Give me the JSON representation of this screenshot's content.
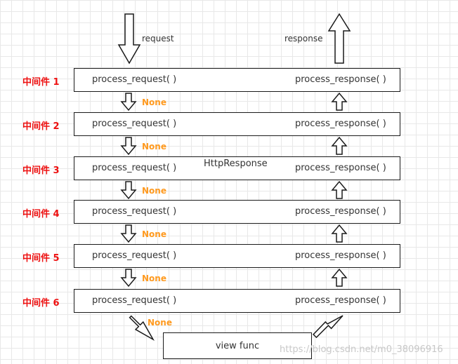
{
  "diagram": {
    "request_label": "request",
    "response_label": "response",
    "rows": [
      {
        "name": "中间件 1",
        "left": "process_request( )",
        "right": "process_response( )"
      },
      {
        "name": "中间件 2",
        "left": "process_request( )",
        "right": "process_response( )"
      },
      {
        "name": "中间件 3",
        "left": "process_request( )",
        "right": "process_response( )"
      },
      {
        "name": "中间件 4",
        "left": "process_request( )",
        "right": "process_response( )"
      },
      {
        "name": "中间件 5",
        "left": "process_request( )",
        "right": "process_response( )"
      },
      {
        "name": "中间件 6",
        "left": "process_request( )",
        "right": "process_response( )"
      }
    ],
    "none_label": "None",
    "shortcut_label": "HttpResponse",
    "view_label": "view func",
    "watermark": "https://blog.csdn.net/m0_38096916",
    "colors": {
      "middleware_label": "#ee1111",
      "none_label": "#ff9a1f",
      "shortcut_arrow": "#33e6f0",
      "box_border": "#1a1a1a"
    }
  }
}
